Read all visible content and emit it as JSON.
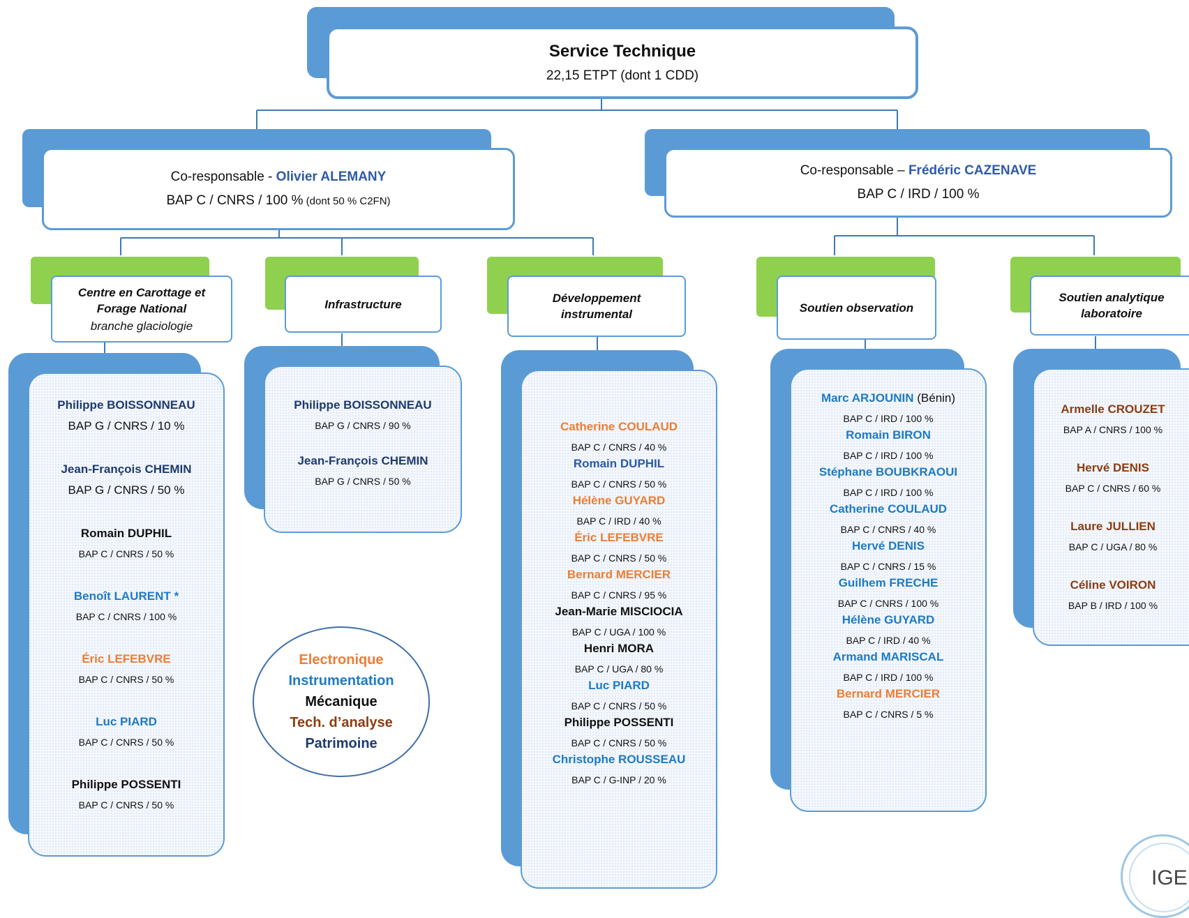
{
  "top": {
    "title": "Service Technique",
    "subtitle": "22,15 ETPT (dont 1 CDD)"
  },
  "co_left": {
    "prefix": "Co-responsable - ",
    "name": "Olivier ALEMANY",
    "role": "BAP C / CNRS / 100 %",
    "role_note": " (dont 50 % C2FN)"
  },
  "co_right": {
    "prefix": "Co-responsable – ",
    "name": "Frédéric CAZENAVE",
    "role": "BAP C / IRD / 100 %"
  },
  "teams": [
    {
      "title": "Centre en Carottage et Forage National",
      "subtitle": "branche glaciologie"
    },
    {
      "title": "Infrastructure"
    },
    {
      "title": "Développement instrumental"
    },
    {
      "title": "Soutien observation"
    },
    {
      "title": "Soutien analytique laboratoire"
    }
  ],
  "members": {
    "ccfn": [
      {
        "name": "Philippe BOISSONNEAU",
        "role": "BAP G / CNRS / 10 %",
        "color": "#1f3a6e"
      },
      {
        "name": "Jean-François CHEMIN",
        "role": "BAP G / CNRS / 50 %",
        "color": "#1f3a6e"
      },
      {
        "name": "Romain DUPHIL",
        "role": "BAP C / CNRS / 50 %",
        "color": "#111111"
      },
      {
        "name": "Benoît LAURENT *",
        "role": "BAP C / CNRS / 100 %",
        "color": "#1e7ac4"
      },
      {
        "name": "Éric LEFEBVRE",
        "role": "BAP C / CNRS / 50 %",
        "color": "#ee7d33"
      },
      {
        "name": "Luc PIARD",
        "role": "BAP C / CNRS / 50 %",
        "color": "#1e7ac4"
      },
      {
        "name": "Philippe POSSENTI",
        "role": "BAP C / CNRS / 50 %",
        "color": "#111111"
      }
    ],
    "infra": [
      {
        "name": "Philippe BOISSONNEAU",
        "role": "BAP G / CNRS / 90 %",
        "color": "#1f3a6e"
      },
      {
        "name": "Jean-François CHEMIN",
        "role": "BAP G / CNRS / 50 %",
        "color": "#1f3a6e"
      }
    ],
    "dev": [
      {
        "name": "Catherine COULAUD",
        "role": "BAP C / CNRS / 40 %",
        "color": "#ee7d33"
      },
      {
        "name": "Romain DUPHIL",
        "role": "BAP C / CNRS / 50 %",
        "color": "#2e5aa8"
      },
      {
        "name": "Hélène GUYARD",
        "role": "BAP C / IRD / 40 %",
        "color": "#ee7d33"
      },
      {
        "name": "Éric LEFEBVRE",
        "role": "BAP C / CNRS / 50 %",
        "color": "#ee7d33"
      },
      {
        "name": "Bernard MERCIER",
        "role": "BAP C / CNRS / 95 %",
        "color": "#ee7d33"
      },
      {
        "name": "Jean-Marie MISCIOCIA",
        "role": "BAP C / UGA / 100 %",
        "color": "#111111"
      },
      {
        "name": "Henri MORA",
        "role": "BAP C / UGA / 80 %",
        "color": "#111111"
      },
      {
        "name": "Luc PIARD",
        "role": "BAP C / CNRS / 50 %",
        "color": "#1e7ac4"
      },
      {
        "name": "Philippe POSSENTI",
        "role": "BAP C / CNRS / 50 %",
        "color": "#111111"
      },
      {
        "name": "Christophe ROUSSEAU",
        "role": "BAP C / G-INP / 20 %",
        "color": "#1e7ac4"
      }
    ],
    "obs": [
      {
        "name": "Marc ARJOUNIN",
        "extra": " (Bénin)",
        "role": "BAP C / IRD / 100 %",
        "color": "#1e7ac4"
      },
      {
        "name": "Romain BIRON",
        "role": "BAP C / IRD / 100 %",
        "color": "#1e7ac4"
      },
      {
        "name": "Stéphane BOUBKRAOUI",
        "role": "BAP C / IRD / 100 %",
        "color": "#1e7ac4"
      },
      {
        "name": "Catherine COULAUD",
        "role": "BAP C / CNRS / 40 %",
        "color": "#1e7ac4"
      },
      {
        "name": "Hervé DENIS",
        "role": "BAP C / CNRS / 15 %",
        "color": "#1e7ac4"
      },
      {
        "name": "Guilhem FRECHE",
        "role": "BAP C / CNRS / 100 %",
        "color": "#1e7ac4"
      },
      {
        "name": "Hélène GUYARD",
        "role": "BAP C / IRD / 40 %",
        "color": "#1e7ac4"
      },
      {
        "name": "Armand MARISCAL",
        "role": "BAP C / IRD / 100 %",
        "color": "#1e7ac4"
      },
      {
        "name": "Bernard MERCIER",
        "role": "BAP C / CNRS / 5 %",
        "color": "#ee7d33"
      }
    ],
    "lab": [
      {
        "name": "Armelle CROUZET",
        "role": "BAP A / CNRS / 100 %",
        "color": "#8c3d12"
      },
      {
        "name": "Hervé DENIS",
        "role": "BAP C / CNRS / 60 %",
        "color": "#8c3d12"
      },
      {
        "name": "Laure JULLIEN",
        "role": "BAP C / UGA / 80 %",
        "color": "#8c3d12"
      },
      {
        "name": "Céline VOIRON",
        "role": "BAP B / IRD / 100 %",
        "color": "#8c3d12"
      }
    ]
  },
  "legend": [
    {
      "label": "Electronique",
      "color": "#ee7d33"
    },
    {
      "label": "Instrumentation",
      "color": "#1e7ac4"
    },
    {
      "label": "Mécanique",
      "color": "#111111"
    },
    {
      "label": "Tech. d’analyse",
      "color": "#8c3d12"
    },
    {
      "label": "Patrimoine",
      "color": "#1f3a6e"
    }
  ],
  "logo": {
    "text": "IGE"
  }
}
